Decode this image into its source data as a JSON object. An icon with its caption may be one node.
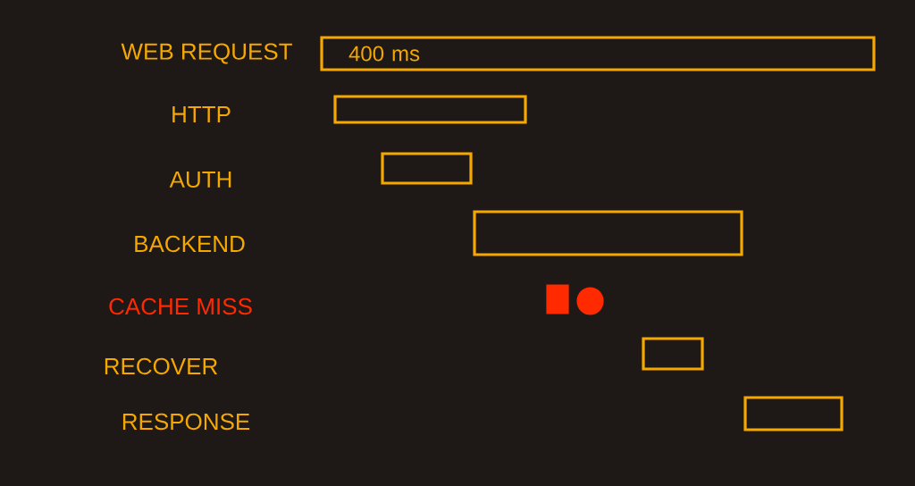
{
  "diagram": {
    "nodes": [
      {
        "text": [
          "400 ms"
        ],
        "beside": [
          "WEB REQUEST"
        ]
      },
      {
        "text": [],
        "shape": "bar"
      },
      {
        "text": [],
        "shape": "bar"
      },
      {
        "text": [],
        "shape": "bar"
      },
      {
        "text": [],
        "shape": "box"
      },
      {
        "text": [],
        "shape": "circle"
      },
      {
        "text": [],
        "shape": "bar"
      },
      {
        "text": [],
        "shape": "bar"
      }
    ],
    "labels": [
      "HTTP",
      "AUTH",
      "BACKEND",
      "CACHE MISS",
      "RECOVER",
      "RESPONSE"
    ]
  }
}
